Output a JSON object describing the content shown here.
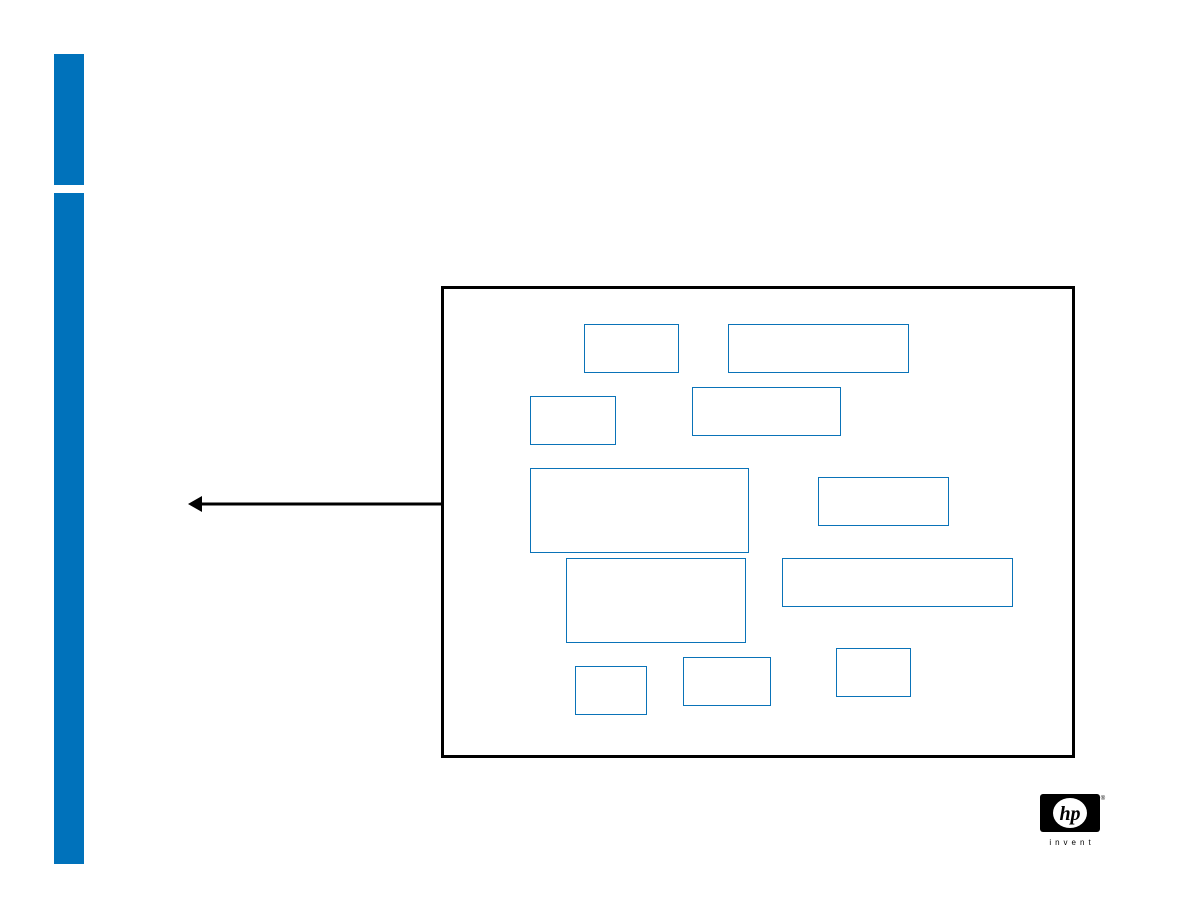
{
  "slide": {
    "accent_color": "#0072bb",
    "node_border_color": "#0a73b8",
    "frame_border_color": "#000000"
  },
  "diagram": {
    "nodes": [
      {
        "id": "node-1",
        "label": ""
      },
      {
        "id": "node-2",
        "label": ""
      },
      {
        "id": "node-3",
        "label": ""
      },
      {
        "id": "node-4",
        "label": ""
      },
      {
        "id": "node-5",
        "label": ""
      },
      {
        "id": "node-6",
        "label": ""
      },
      {
        "id": "node-7",
        "label": ""
      },
      {
        "id": "node-8",
        "label": ""
      },
      {
        "id": "node-9",
        "label": ""
      },
      {
        "id": "node-10",
        "label": ""
      },
      {
        "id": "node-11",
        "label": ""
      },
      {
        "id": "node-12",
        "label": ""
      }
    ],
    "connector": "double-headed-arrow"
  },
  "logo": {
    "brand_mark": "hp",
    "tagline": "invent",
    "registered": "®"
  }
}
